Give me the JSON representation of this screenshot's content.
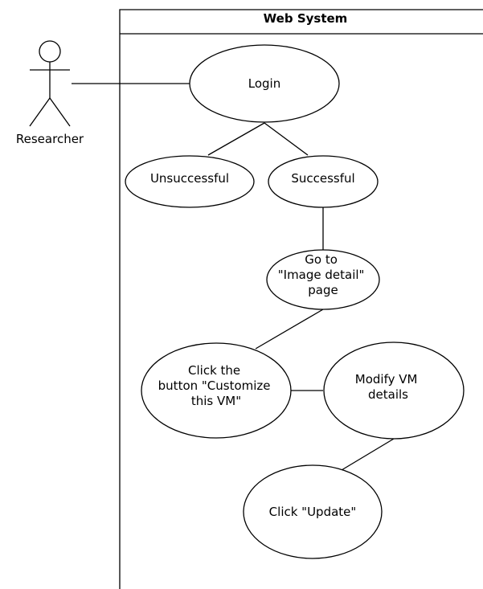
{
  "diagram": {
    "system_title": "Web System",
    "actor": {
      "name": "Researcher"
    },
    "use_cases": {
      "login": [
        "Login"
      ],
      "unsuccessful": [
        "Unsuccessful"
      ],
      "successful": [
        "Successful"
      ],
      "image_detail": [
        "Go to",
        "\"Image detail\"",
        "page"
      ],
      "customize": [
        "Click the",
        "button \"Customize",
        "this VM\""
      ],
      "modify_vm": [
        "Modify VM",
        "details"
      ],
      "update": [
        "Click \"Update\""
      ]
    }
  }
}
